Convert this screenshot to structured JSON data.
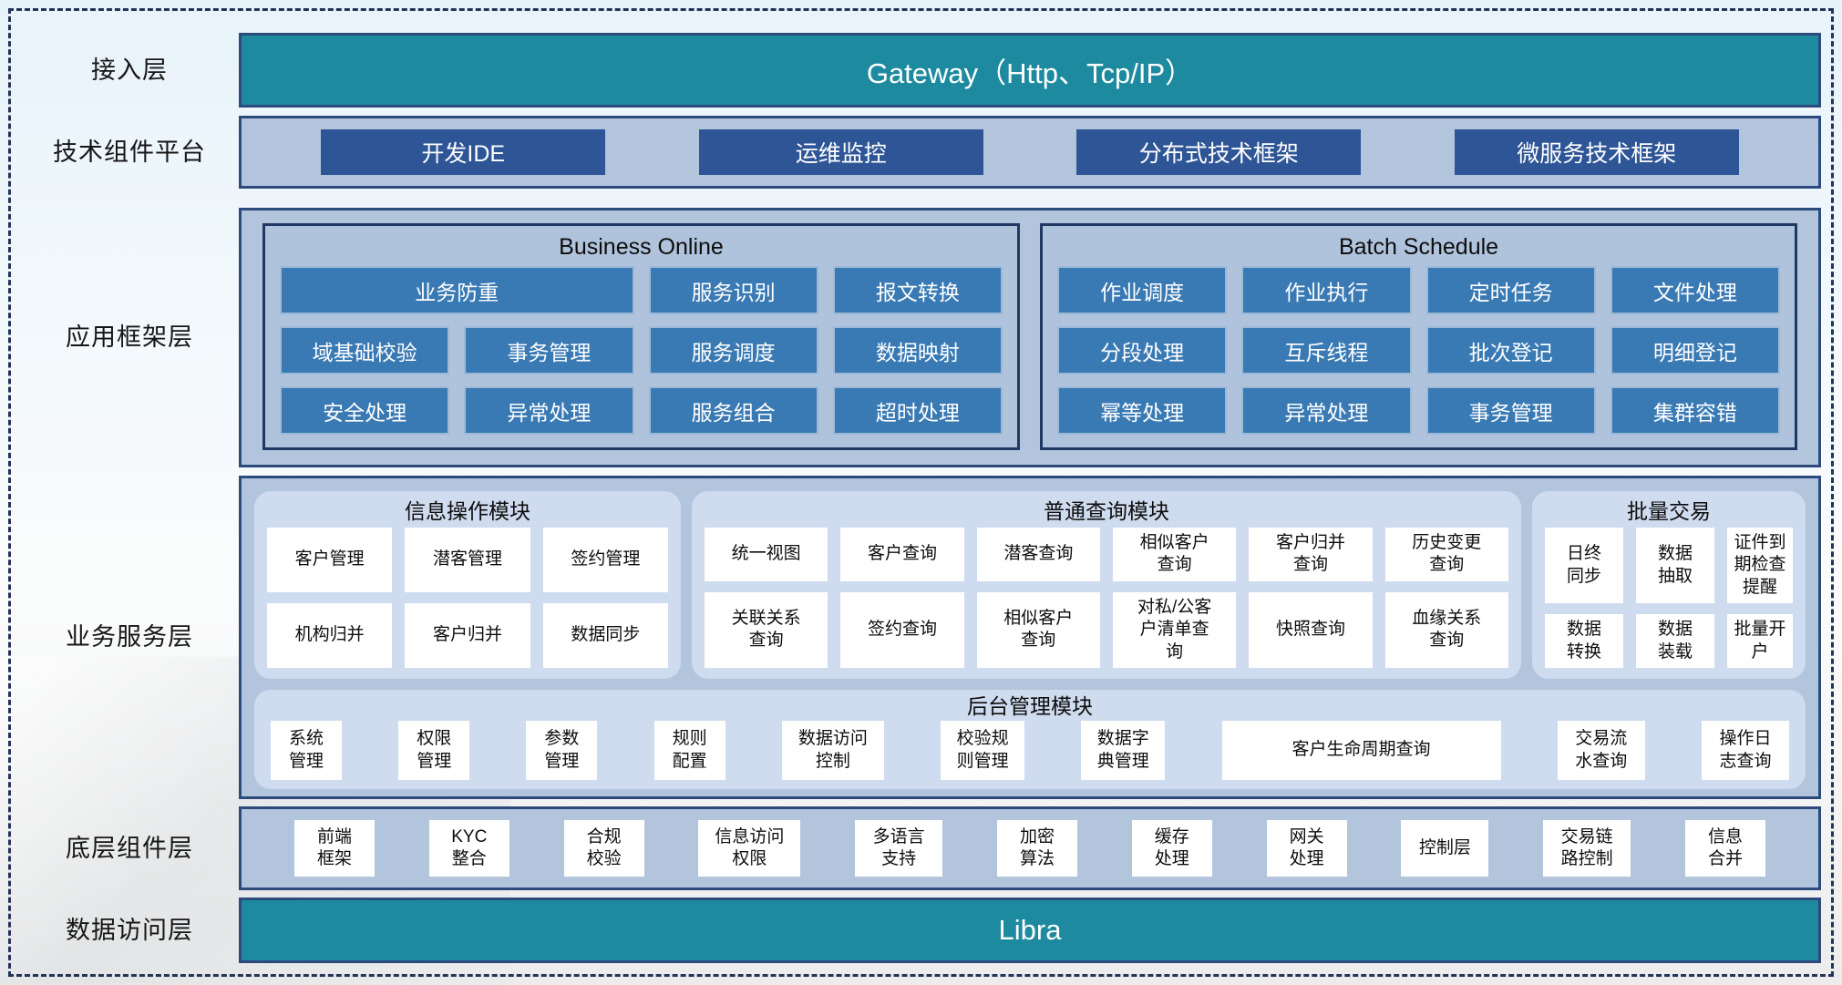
{
  "colors": {
    "teal": "#1d8a9f",
    "navy_button": "#2e5596",
    "steel_button": "#3a7ab4",
    "layer_background": "#b3c5dd",
    "card_background": "#cfdbee",
    "border_navy": "#2c4a7c"
  },
  "layers": {
    "access": {
      "label": "接入层",
      "bar": "Gateway（Http、Tcp/IP）"
    },
    "tech_platform": {
      "label": "技术组件平台",
      "items": [
        "开发IDE",
        "运维监控",
        "分布式技术框架",
        "微服务技术框架"
      ]
    },
    "app_framework": {
      "label": "应用框架层",
      "business_online": {
        "title": "Business Online",
        "items": [
          "业务防重",
          "服务识别",
          "报文转换",
          "域基础校验",
          "事务管理",
          "服务调度",
          "数据映射",
          "安全处理",
          "异常处理",
          "服务组合",
          "超时处理"
        ]
      },
      "batch_schedule": {
        "title": "Batch Schedule",
        "items": [
          "作业调度",
          "作业执行",
          "定时任务",
          "文件处理",
          "分段处理",
          "互斥线程",
          "批次登记",
          "明细登记",
          "幂等处理",
          "异常处理",
          "事务管理",
          "集群容错"
        ]
      }
    },
    "business_service": {
      "label": "业务服务层",
      "info_module": {
        "title": "信息操作模块",
        "items": [
          "客户管理",
          "潜客管理",
          "签约管理",
          "机构归并",
          "客户归并",
          "数据同步"
        ]
      },
      "query_module": {
        "title": "普通查询模块",
        "items": [
          "统一视图",
          "客户查询",
          "潜客查询",
          "相似客户查询",
          "客户归并查询",
          "历史变更查询",
          "关联关系查询",
          "签约查询",
          "相似客户查询",
          "对私/公客户清单查询",
          "快照查询",
          "血缘关系查询"
        ]
      },
      "batch_module": {
        "title": "批量交易",
        "items": [
          "日终同步",
          "数据抽取",
          "证件到期检查提醒",
          "数据转换",
          "数据装载",
          "批量开户"
        ]
      },
      "admin_module": {
        "title": "后台管理模块",
        "items": [
          "系统管理",
          "权限管理",
          "参数管理",
          "规则配置",
          "数据访问控制",
          "校验规则管理",
          "数据字典管理",
          "客户生命周期查询",
          "交易流水查询",
          "操作日志查询"
        ]
      }
    },
    "base_components": {
      "label": "底层组件层",
      "items": [
        "前端框架",
        "KYC整合",
        "合规校验",
        "信息访问权限",
        "多语言支持",
        "加密算法",
        "缓存处理",
        "网关处理",
        "控制层",
        "交易链路控制",
        "信息合并"
      ]
    },
    "data_access": {
      "label": "数据访问层",
      "bar": "Libra"
    }
  }
}
